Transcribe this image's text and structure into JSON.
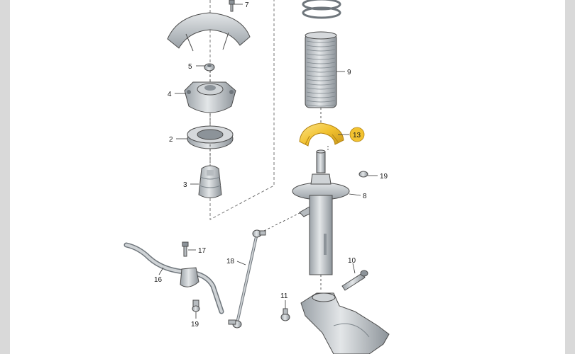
{
  "diagram": {
    "callouts": [
      {
        "id": "7a",
        "text": "7"
      },
      {
        "id": "5",
        "text": "5"
      },
      {
        "id": "4",
        "text": "4"
      },
      {
        "id": "2",
        "text": "2"
      },
      {
        "id": "3",
        "text": "3"
      },
      {
        "id": "9",
        "text": "9"
      },
      {
        "id": "13",
        "text": "13"
      },
      {
        "id": "19a",
        "text": "19"
      },
      {
        "id": "8",
        "text": "8"
      },
      {
        "id": "17",
        "text": "17"
      },
      {
        "id": "18",
        "text": "18"
      },
      {
        "id": "16",
        "text": "16"
      },
      {
        "id": "10",
        "text": "10"
      },
      {
        "id": "11",
        "text": "11"
      },
      {
        "id": "19b",
        "text": "19"
      }
    ],
    "highlight_color": "#f2c230",
    "part_color": "#c9ced2",
    "part_dark_color": "#9aa1a7",
    "leader_color": "#333333"
  }
}
